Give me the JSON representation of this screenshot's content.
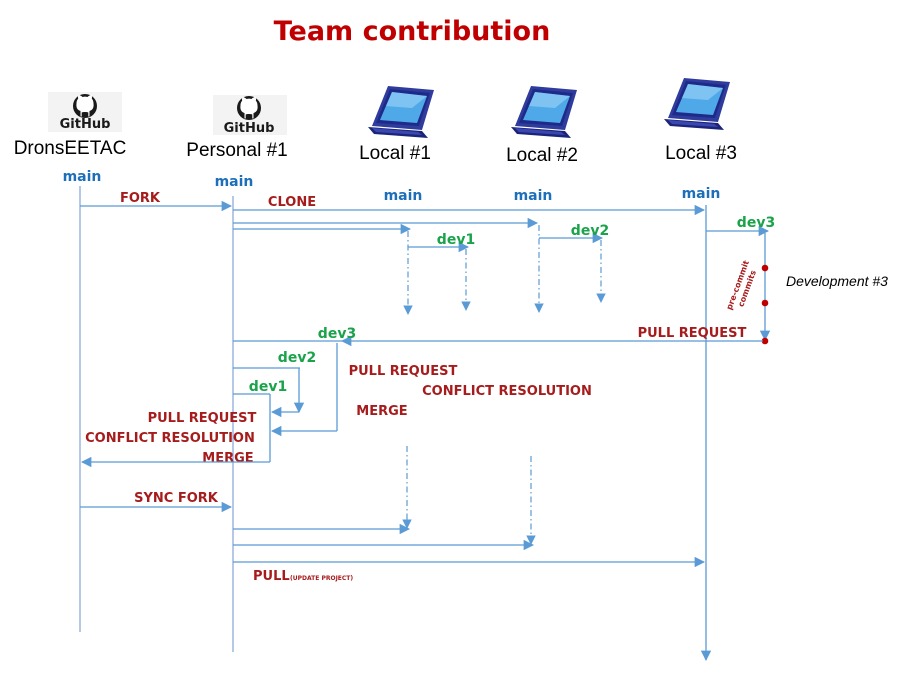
{
  "title": "Team contribution",
  "actors": [
    {
      "name": "DronsEETAC",
      "branch": "main",
      "icon": "github-icon",
      "icon_text": "GitHub"
    },
    {
      "name": "Personal #1",
      "branch": "main",
      "icon": "github-icon",
      "icon_text": "GitHub"
    },
    {
      "name": "Local #1",
      "branch": "main",
      "icon": "laptop-icon"
    },
    {
      "name": "Local #2",
      "branch": "main",
      "icon": "laptop-icon"
    },
    {
      "name": "Local #3",
      "branch": "main",
      "icon": "laptop-icon"
    }
  ],
  "labels": {
    "fork": "FORK",
    "clone": "CLONE",
    "dev1": "dev1",
    "dev2": "dev2",
    "dev3": "dev3",
    "precommit_line1": "pre-commit",
    "precommit_line2": "commits",
    "development3": "Development #3",
    "pull_request": "PULL REQUEST",
    "conflict_resolution": "CONFLICT RESOLUTION",
    "merge": "MERGE",
    "sync_fork": "SYNC FORK",
    "pull": "PULL",
    "pull_note": "(UPDATE PROJECT)"
  },
  "colors": {
    "title": "#c00000",
    "branch_main": "#1e6fb9",
    "branch_dev": "#1aa34a",
    "action": "#a61c1c",
    "arrow": "#5b9bd5",
    "commit_dot": "#c00000"
  }
}
